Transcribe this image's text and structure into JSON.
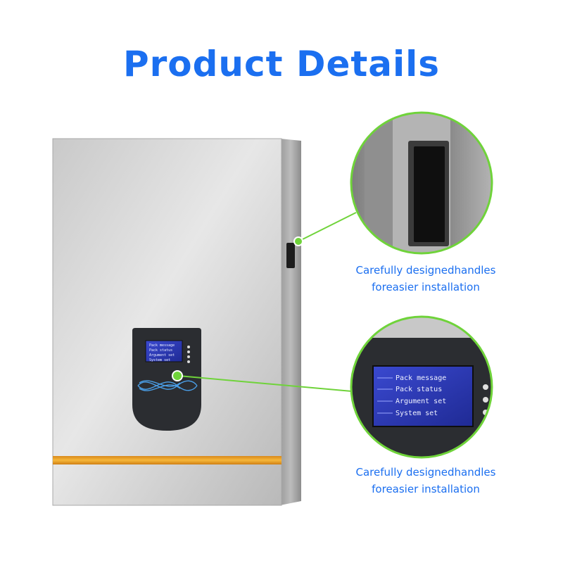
{
  "title": "Product Details",
  "colors": {
    "title": "#1b6ff0",
    "caption": "#1b6ff0",
    "callout_green": "#6fd33a",
    "lcd_blue": "#2a36b8",
    "accent_stripe": "#f2a922",
    "panel_dark": "#2b2d31"
  },
  "device": {
    "lcd_menu": [
      "Pack message",
      "Pack status",
      "Argument  set",
      "System  set"
    ]
  },
  "zoom_display": {
    "lcd_menu": [
      "Pack message",
      "Pack status",
      "Argument  set",
      "System  set"
    ]
  },
  "callouts": [
    {
      "line1": "Carefully designedhandles",
      "line2": "foreasier installation"
    },
    {
      "line1": "Carefully designedhandles",
      "line2": "foreasier installation"
    }
  ]
}
